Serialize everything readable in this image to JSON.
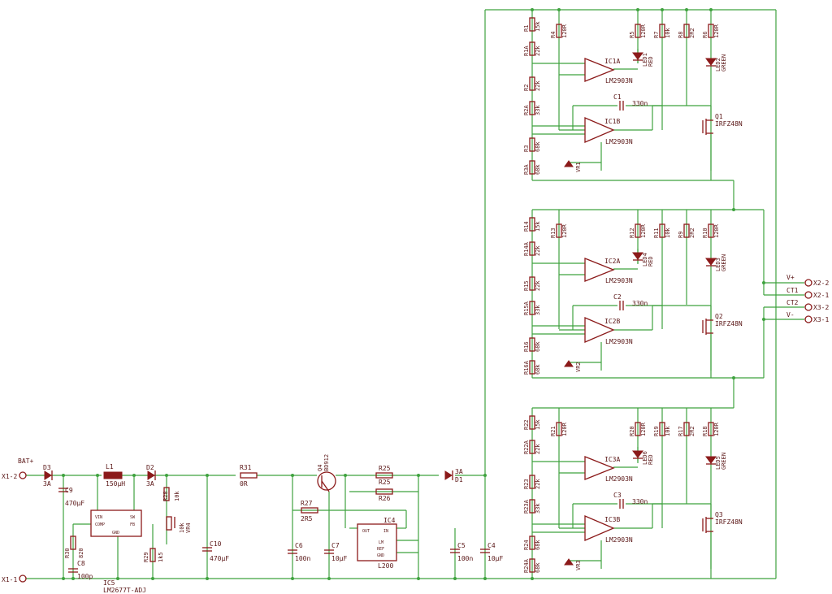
{
  "connectors": {
    "bat_plus": "BAT+",
    "x1_2": "X1-2",
    "x1_1": "X1-1",
    "x2_2": "X2-2",
    "x2_1": "X2-1",
    "x3_2": "X3-2",
    "x3_1": "X3-1"
  },
  "nets": {
    "v_plus": "V+",
    "ct1": "CT1",
    "ct2": "CT2",
    "v_minus": "V-"
  },
  "power": {
    "d3": "D3",
    "d3_val": "3A",
    "l1": "L1",
    "l1_val": "150µH",
    "d2": "D2",
    "d2_val": "3A",
    "c9": "C9",
    "c9_val": "470µF",
    "ic5": "IC5",
    "ic5_val": "LM2677T-ADJ",
    "ic5_vin": "VIN",
    "ic5_comp": "COMP",
    "ic5_gnd": "GND",
    "ic5_sw": "SW",
    "ic5_fb": "FB",
    "r30": "R30",
    "r30_val": "820",
    "c8": "C8",
    "c8_val": "100p",
    "r28": "R28",
    "r28_val": "10k",
    "vr4": "VR4",
    "vr4_val": "10k",
    "r29": "R29",
    "r29_val": "1k5",
    "c10": "C10",
    "c10_val": "470µF",
    "r31": "R31",
    "r31_val": "0R",
    "q4": "Q4",
    "q4_val": "BD912",
    "r27": "R27",
    "r27_val": "2R5",
    "r25": "R25",
    "r25_val": "R25",
    "r26": "R26",
    "c6": "C6",
    "c6_val": "100n",
    "c7": "C7",
    "c7_val": "10µF",
    "ic4": "IC4",
    "ic4_val": "L200",
    "ic4_out": "OUT",
    "ic4_in": "IN",
    "ic4_lm": "LM",
    "ic4_ref": "REF",
    "ic4_gnd": "GND",
    "d1": "D1",
    "d1_val": "3A",
    "c5": "C5",
    "c5_val": "100n",
    "c4": "C4",
    "c4_val": "10µF"
  },
  "stages": [
    {
      "r_top": "R1",
      "r_top_v": "15k",
      "r_topa": "R1A",
      "r_topa_v": "22k",
      "r_mid": "R2",
      "r_mid_v": "22k",
      "r_mida": "R2A",
      "r_mida_v": "33k",
      "r_bot": "R3",
      "r_bot_v": "68k",
      "r_bota": "R3A",
      "r_bota_v": "68k",
      "r_led": "R4",
      "r_led_v": "120R",
      "r_red": "R5",
      "r_red_v": "120R",
      "r_pull": "R7",
      "r_pull_v": "10k",
      "r_gate": "R8",
      "r_gate_v": "2R2",
      "r_grn": "R6",
      "r_grn_v": "120R",
      "led_r": "LED1",
      "led_r_c": "RED",
      "led_g": "LED2",
      "led_g_c": "GREEN",
      "ic_a": "IC1A",
      "ic_b": "IC1B",
      "ic_v": "LM2903N",
      "cap": "C1",
      "cap_v": "330n",
      "vr": "VR1",
      "q": "Q1",
      "q_v": "IRFZ48N"
    },
    {
      "r_top": "R14",
      "r_top_v": "15k",
      "r_topa": "R14A",
      "r_topa_v": "22k",
      "r_mid": "R15",
      "r_mid_v": "22k",
      "r_mida": "R15A",
      "r_mida_v": "33k",
      "r_bot": "R16",
      "r_bot_v": "68k",
      "r_bota": "R16A",
      "r_bota_v": "68k",
      "r_led": "R13",
      "r_led_v": "120R",
      "r_red": "R12",
      "r_red_v": "120R",
      "r_pull": "R11",
      "r_pull_v": "10k",
      "r_gate": "R9",
      "r_gate_v": "2R2",
      "r_grn": "R10",
      "r_grn_v": "120R",
      "led_r": "LED4",
      "led_r_c": "RED",
      "led_g": "LED3",
      "led_g_c": "GREEN",
      "ic_a": "IC2A",
      "ic_b": "IC2B",
      "ic_v": "LM2903N",
      "cap": "C2",
      "cap_v": "330n",
      "vr": "VR2",
      "q": "Q2",
      "q_v": "IRFZ48N"
    },
    {
      "r_top": "R22",
      "r_top_v": "15k",
      "r_topa": "R22A",
      "r_topa_v": "22k",
      "r_mid": "R23",
      "r_mid_v": "22k",
      "r_mida": "R23A",
      "r_mida_v": "33k",
      "r_bot": "R24",
      "r_bot_v": "68k",
      "r_bota": "R24A",
      "r_bota_v": "68k",
      "r_led": "R21",
      "r_led_v": "120R",
      "r_red": "R20",
      "r_red_v": "120R",
      "r_pull": "R19",
      "r_pull_v": "10k",
      "r_gate": "R17",
      "r_gate_v": "2R2",
      "r_grn": "R18",
      "r_grn_v": "120R",
      "led_r": "LED6",
      "led_r_c": "RED",
      "led_g": "LED5",
      "led_g_c": "GREEN",
      "ic_a": "IC3A",
      "ic_b": "IC3B",
      "ic_v": "LM2903N",
      "cap": "C3",
      "cap_v": "330n",
      "vr": "VR3",
      "q": "Q3",
      "q_v": "IRFZ48N"
    }
  ]
}
